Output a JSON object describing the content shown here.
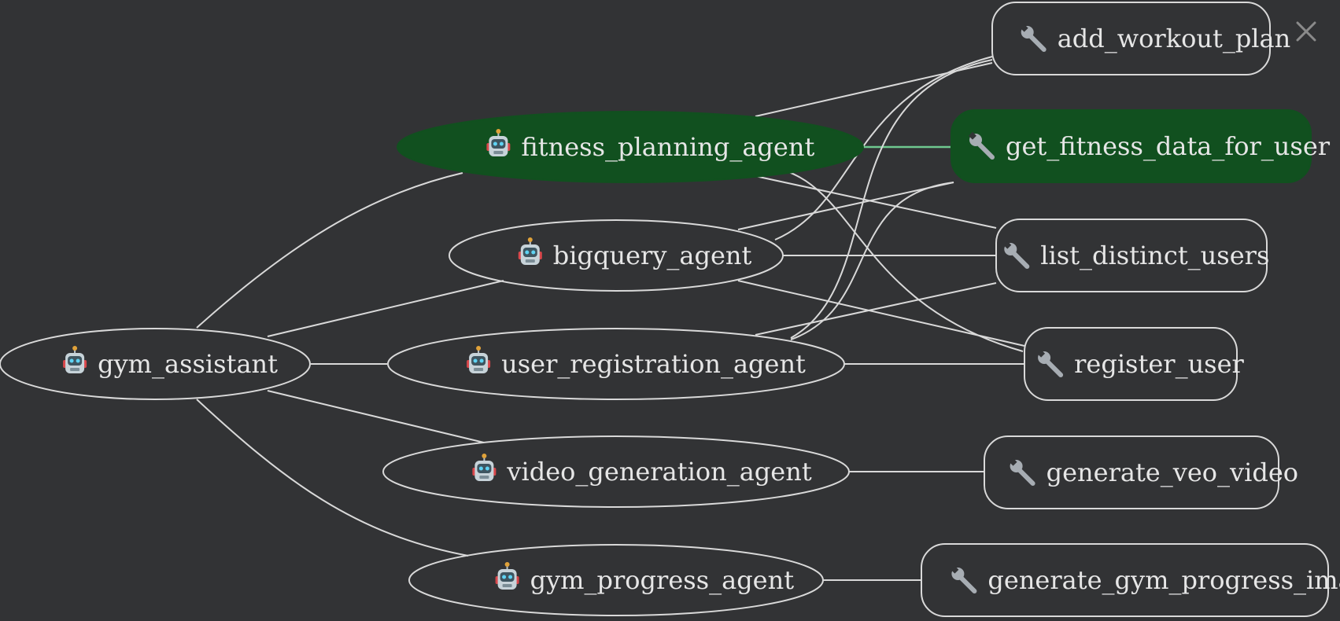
{
  "graph": {
    "agents": [
      {
        "id": "gym_assistant",
        "label": "gym_assistant",
        "icon": "robot-icon",
        "active": false
      },
      {
        "id": "fitness_planning_agent",
        "label": "fitness_planning_agent",
        "icon": "robot-icon",
        "active": true
      },
      {
        "id": "bigquery_agent",
        "label": "bigquery_agent",
        "icon": "robot-icon",
        "active": false
      },
      {
        "id": "user_registration_agent",
        "label": "user_registration_agent",
        "icon": "robot-icon",
        "active": false
      },
      {
        "id": "video_generation_agent",
        "label": "video_generation_agent",
        "icon": "robot-icon",
        "active": false
      },
      {
        "id": "gym_progress_agent",
        "label": "gym_progress_agent",
        "icon": "robot-icon",
        "active": false
      }
    ],
    "tools": [
      {
        "id": "add_workout_plan",
        "label": "add_workout_plan",
        "icon": "wrench-icon",
        "active": false
      },
      {
        "id": "get_fitness_data_for_user",
        "label": "get_fitness_data_for_user",
        "icon": "wrench-icon",
        "active": true
      },
      {
        "id": "list_distinct_users",
        "label": "list_distinct_users",
        "icon": "wrench-icon",
        "active": false
      },
      {
        "id": "register_user",
        "label": "register_user",
        "icon": "wrench-icon",
        "active": false
      },
      {
        "id": "generate_veo_video",
        "label": "generate_veo_video",
        "icon": "wrench-icon",
        "active": false
      },
      {
        "id": "generate_gym_progress_image",
        "label": "generate_gym_progress_image",
        "icon": "wrench-icon",
        "active": false
      }
    ],
    "edges": [
      {
        "from": "gym_assistant",
        "to": "fitness_planning_agent"
      },
      {
        "from": "gym_assistant",
        "to": "bigquery_agent"
      },
      {
        "from": "gym_assistant",
        "to": "user_registration_agent"
      },
      {
        "from": "gym_assistant",
        "to": "video_generation_agent"
      },
      {
        "from": "gym_assistant",
        "to": "gym_progress_agent"
      },
      {
        "from": "fitness_planning_agent",
        "to": "add_workout_plan"
      },
      {
        "from": "get_fitness_data_for_user",
        "to": "fitness_planning_agent",
        "active": true
      },
      {
        "from": "fitness_planning_agent",
        "to": "list_distinct_users"
      },
      {
        "from": "fitness_planning_agent",
        "to": "register_user"
      },
      {
        "from": "bigquery_agent",
        "to": "add_workout_plan"
      },
      {
        "from": "bigquery_agent",
        "to": "get_fitness_data_for_user"
      },
      {
        "from": "bigquery_agent",
        "to": "list_distinct_users"
      },
      {
        "from": "bigquery_agent",
        "to": "register_user"
      },
      {
        "from": "user_registration_agent",
        "to": "add_workout_plan"
      },
      {
        "from": "user_registration_agent",
        "to": "get_fitness_data_for_user"
      },
      {
        "from": "user_registration_agent",
        "to": "list_distinct_users"
      },
      {
        "from": "user_registration_agent",
        "to": "register_user"
      },
      {
        "from": "video_generation_agent",
        "to": "generate_veo_video"
      },
      {
        "from": "gym_progress_agent",
        "to": "generate_gym_progress_image"
      }
    ]
  },
  "colors": {
    "background": "#323335",
    "stroke": "#d9d9d9",
    "active_fill": "#11501f",
    "active_edge": "#6fc98f",
    "text": "#e6e6e6"
  },
  "close_button": {
    "icon": "close-icon"
  }
}
